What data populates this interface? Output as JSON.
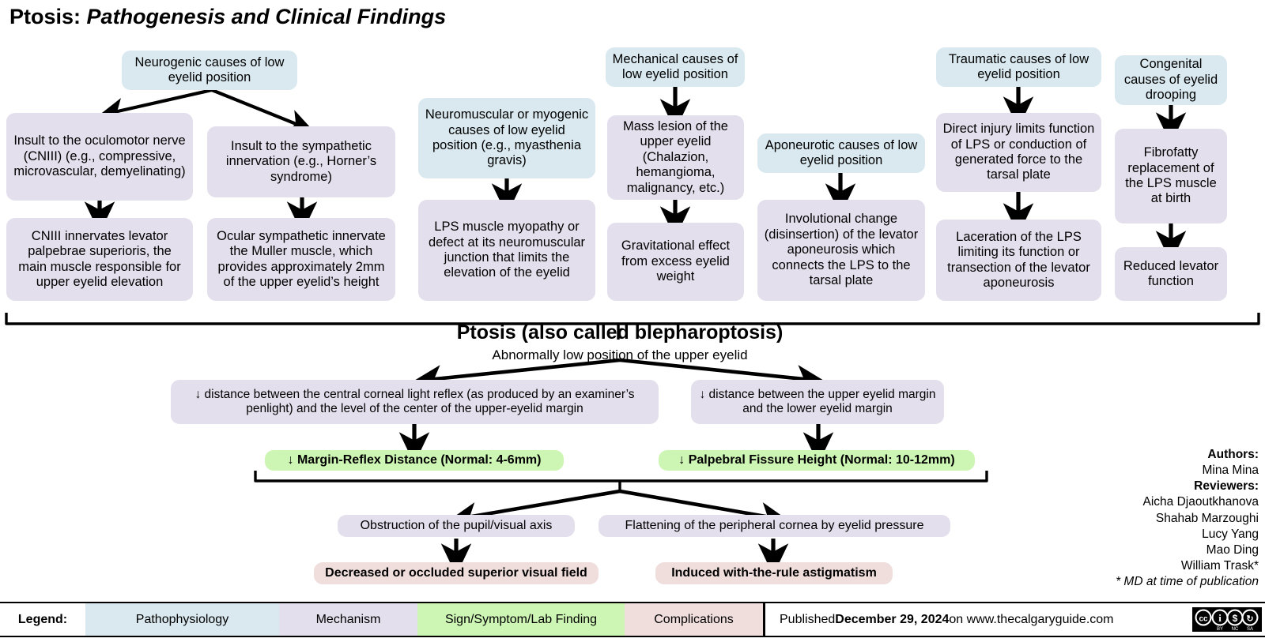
{
  "title": {
    "lead": "Ptosis:",
    "rest": "Pathogenesis and Clinical Findings"
  },
  "colors": {
    "pathophysiology": "#d9e9ef",
    "mechanism": "#e3dfec",
    "sign_symptom_lab": "#cdf6b4",
    "complications": "#f0dedd",
    "connector": "#000000"
  },
  "columns": {
    "neurogenic": {
      "root": "Neurogenic causes of low eyelid position",
      "branch_left": "Insult to the oculomotor nerve (CNIII) (e.g., compressive, microvascular, demyelinating)",
      "branch_left_next": "CNIII innervates levator palpebrae superioris, the main muscle responsible for upper eyelid elevation",
      "branch_right": "Insult to the sympathetic innervation (e.g., Horner’s syndrome)",
      "branch_right_next": "Ocular sympathetic innervate the Muller muscle, which provides approximately 2mm of the upper eyelid’s height"
    },
    "neuromuscular": {
      "root": "Neuromuscular or myogenic causes of low eyelid position (e.g., myasthenia gravis)",
      "next": "LPS muscle myopathy or defect at its neuromuscular junction that limits the elevation of the eyelid"
    },
    "mechanical": {
      "root": "Mechanical causes of low eyelid position",
      "next": "Mass lesion of the upper eyelid (Chalazion, hemangioma, malignancy, etc.)",
      "next2": "Gravitational effect from excess eyelid weight"
    },
    "aponeurotic": {
      "root": "Aponeurotic causes of low eyelid position",
      "next": "Involutional change (disinsertion) of the levator aponeurosis which connects the LPS to the tarsal plate"
    },
    "traumatic": {
      "root": "Traumatic causes of low eyelid position",
      "next": "Direct injury limits function of LPS or conduction of generated force to the tarsal plate",
      "next2": "Laceration of the LPS limiting its function or transection of the levator aponeurosis"
    },
    "congenital": {
      "root": "Congenital causes of eyelid drooping",
      "next": "Fibrofatty replacement of the LPS muscle at birth",
      "next2": "Reduced levator function"
    }
  },
  "central": {
    "heading": "Ptosis (also called blepharoptosis)",
    "subheading": "Abnormally low position of the upper eyelid",
    "measure_left_desc": "↓ distance between the central corneal light reflex (as produced by an examiner’s penlight) and the level of the center of the upper-eyelid margin",
    "measure_right_desc": "↓ distance between the upper eyelid margin and the lower eyelid margin",
    "measure_left_result": "↓ Margin-Reflex Distance (Normal: 4-6mm)",
    "measure_right_result": "↓ Palpebral Fissure Height (Normal: 10-12mm)"
  },
  "complications": {
    "left_mech": "Obstruction of the pupil/visual axis",
    "left_result": "Decreased or occluded superior visual field",
    "right_mech": "Flattening of the peripheral cornea by eyelid pressure",
    "right_result": "Induced with-the-rule astigmatism"
  },
  "credits": {
    "authors_label": "Authors:",
    "authors": [
      "Mina Mina"
    ],
    "reviewers_label": "Reviewers:",
    "reviewers": [
      "Aicha Djaoutkhanova",
      "Shahab Marzoughi",
      "Lucy Yang",
      "Mao Ding",
      "William Trask*"
    ],
    "footnote": "* MD at time of publication"
  },
  "legend": {
    "label": "Legend:",
    "items": [
      {
        "text": "Pathophysiology"
      },
      {
        "text": "Mechanism"
      },
      {
        "text": "Sign/Symptom/Lab Finding"
      },
      {
        "text": "Complications"
      }
    ],
    "published_prefix": "Published ",
    "published_date": "December 29, 2024",
    "published_suffix": " on www.thecalgaryguide.com",
    "license": "CC BY NC SA"
  }
}
